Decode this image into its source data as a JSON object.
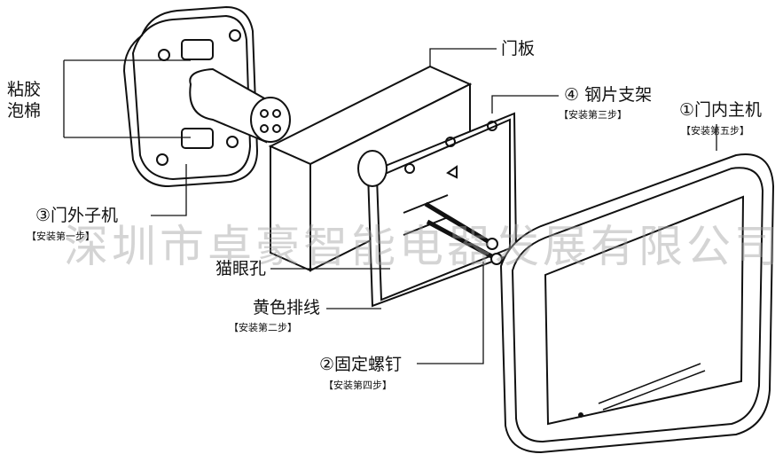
{
  "labels": {
    "foam": [
      "粘胶",
      "泡棉"
    ],
    "outdoor_unit": "③门外子机",
    "outdoor_step": "【安装第一步】",
    "door_panel": "门板",
    "bracket": "④ 钢片支架",
    "bracket_step": "【安装第三步】",
    "indoor_unit": "①门内主机",
    "indoor_step": "【安装第五步】",
    "peephole": "猫眼孔",
    "cable": "黄色排线",
    "cable_step": "【安装第二步】",
    "screws": "②固定螺钉",
    "screws_step": "【安装第四步】"
  },
  "watermark": "深圳市卓豪智能电器发展有限公司"
}
